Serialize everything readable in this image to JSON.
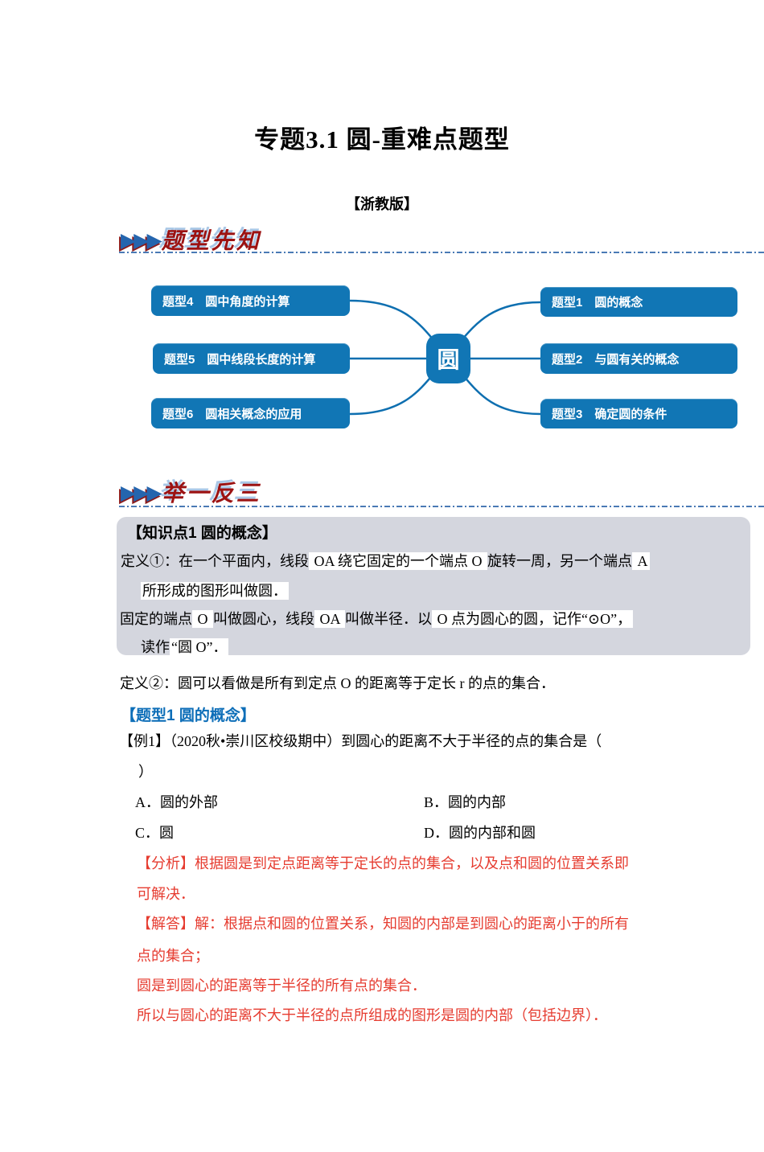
{
  "page": {
    "title": "专题3.1 圆-重难点题型",
    "edition": "【浙教版】"
  },
  "headers": {
    "first": {
      "arrows": "▶▶▶",
      "label": "题型先知"
    },
    "second": {
      "arrows": "▶▶▶",
      "label": "举一反三"
    }
  },
  "mindmap": {
    "center": "圆",
    "left": [
      "题型4　圆中角度的计算",
      "题型5　圆中线段长度的计算",
      "题型6　圆相关概念的应用"
    ],
    "right": [
      "题型1　圆的概念",
      "题型2　与圆有关的概念",
      "题型3　确定圆的条件"
    ]
  },
  "knowledge": {
    "heading": "【知识点1 圆的概念】",
    "line1": {
      "r0": "定义①：在一个平面内，线段",
      "r1": " OA 绕它固定的一个端点 O ",
      "r2": "旋转一周，另一个端点",
      "r3": " A"
    },
    "line2": {
      "r0": "所形成的图形叫做圆．"
    },
    "line3": {
      "r0": "固定的端点",
      "r1": " O ",
      "r2": "叫做圆心，线段",
      "r3": " OA ",
      "r4": "叫做半径．以",
      "r5": " O 点为圆心的圆，记作“⊙O”，"
    },
    "line4": {
      "r0": "读作",
      "r1": "“圆 O”．"
    },
    "def2": "定义②：圆可以看做是所有到定点 O 的距离等于定长 r 的点的集合．"
  },
  "problem": {
    "type_heading": "【题型1 圆的概念】",
    "stem_line1": "【例1】（2020秋•崇川区校级期中）到圆心的距离不大于半径的点的集合是（",
    "stem_line2": "）",
    "options": {
      "a": "A．圆的外部",
      "b": "B．圆的内部",
      "c": "C．圆",
      "d": "D．圆的内部和圆"
    },
    "analysis": [
      "【分析】根据圆是到定点距离等于定长的点的集合，以及点和圆的位置关系即",
      "可解决．"
    ],
    "solution": [
      "【解答】解：根据点和圆的位置关系，知圆的内部是到圆心的距离小于的所有",
      "点的集合；",
      "圆是到圆心的距离等于半径的所有点的集合．",
      "所以与圆心的距离不大于半径的点所组成的图形是圆的内部（包括边界）．"
    ]
  },
  "colors": {
    "node_blue": "#1176b5",
    "connector_blue": "#0e6fb0",
    "heading_blue": "#0d6eb8",
    "text_red": "#e63c30",
    "block_gray": "#d4d6de",
    "dashline_blue": "#4a7ab5",
    "header_red": "#9c1212",
    "header_shadow_blue": "#a9c7e6"
  }
}
